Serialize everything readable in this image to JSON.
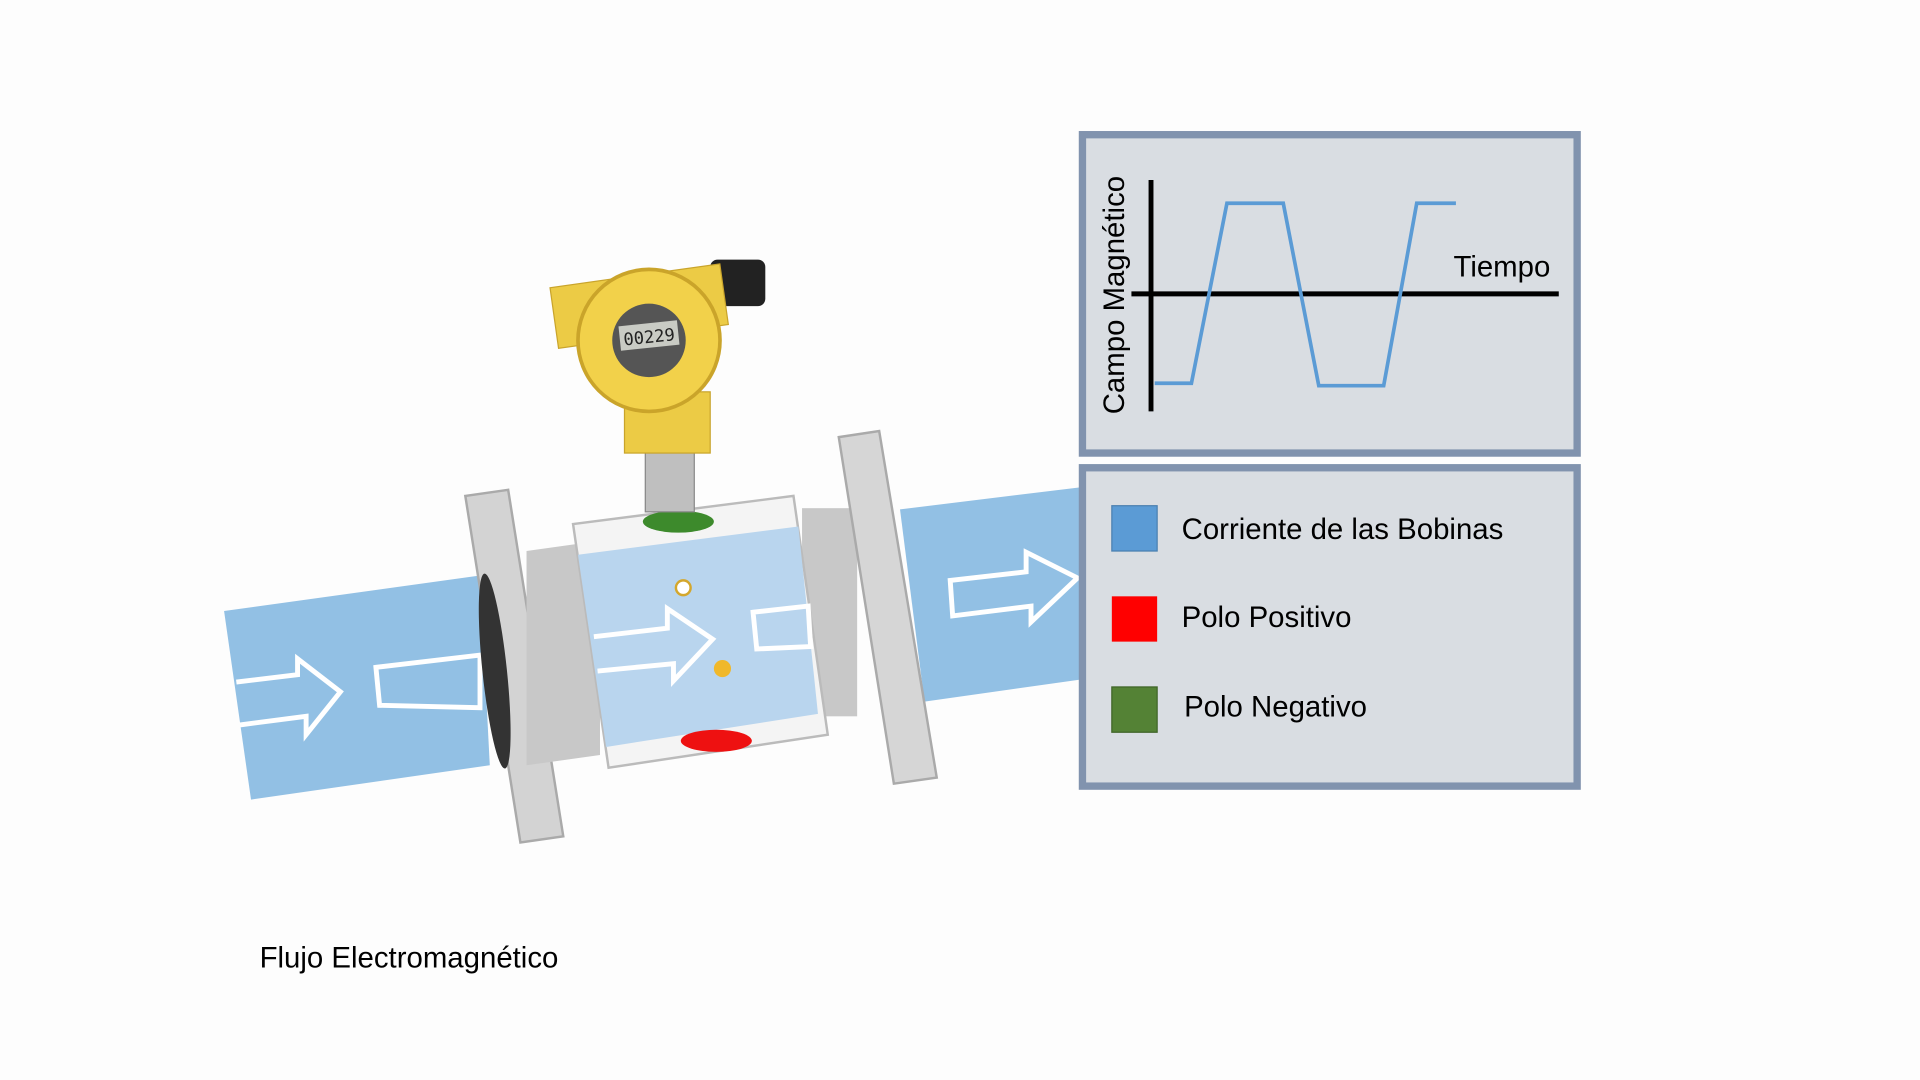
{
  "caption": "Flujo Electromagnético",
  "display_reading": "00229",
  "graph": {
    "y_label": "Campo Magnético",
    "x_label": "Tiempo"
  },
  "legend": [
    {
      "label": "Corriente de las Bobinas",
      "color": "#5b9bd5"
    },
    {
      "label": "Polo Positivo",
      "color": "#ff0000"
    },
    {
      "label": "Polo Negativo",
      "color": "#548235"
    }
  ],
  "colors": {
    "pipe": "#92c0e4",
    "panel_bg": "#d9dde2",
    "panel_border": "#8193ae",
    "transmitter": "#f2d14a"
  }
}
